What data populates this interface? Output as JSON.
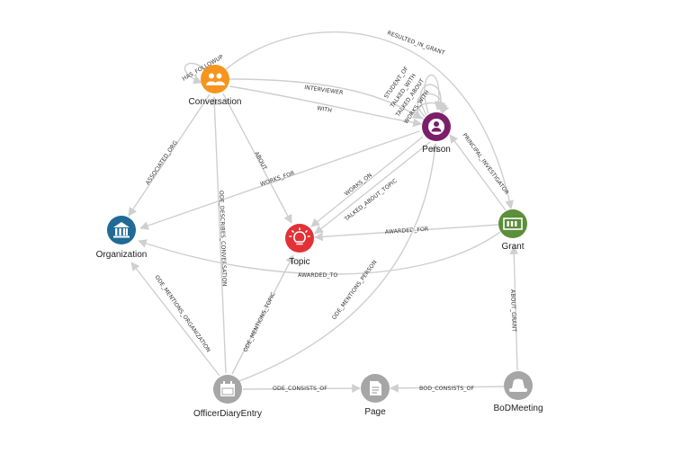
{
  "graph": {
    "nodes": {
      "conversation": {
        "label": "Conversation",
        "color": "#f7941d",
        "icon": "people-icon"
      },
      "person": {
        "label": "Person",
        "color": "#7b1f6b",
        "icon": "user-icon"
      },
      "organization": {
        "label": "Organization",
        "color": "#1f6a96",
        "icon": "bank-icon"
      },
      "topic": {
        "label": "Topic",
        "color": "#e23237",
        "icon": "lightbulb-icon"
      },
      "grant": {
        "label": "Grant",
        "color": "#5b8f3a",
        "icon": "money-icon"
      },
      "officer": {
        "label": "OfficerDiaryEntry",
        "color": "#a6a6a6",
        "icon": "calendar-icon"
      },
      "page": {
        "label": "Page",
        "color": "#a6a6a6",
        "icon": "document-icon"
      },
      "bod": {
        "label": "BoDMeeting",
        "color": "#a6a6a6",
        "icon": "hat-icon"
      }
    },
    "edges": {
      "has_followup": "HAS_FOLLOWUP",
      "resulted_in_grant": "RESULTED_IN_GRANT",
      "interviewer": "INTERVIEWER",
      "with": "WITH",
      "student_of": "STUDENT_OF",
      "talked_with": "TALKED_WITH",
      "talked_about": "TALKED_ABOUT",
      "works_with": "WORKS_WITH",
      "associated_org": "ASSOCIATED_ORG",
      "about": "ABOUT",
      "works_for": "WORKS_FOR",
      "works_on": "WORKS_ON",
      "talked_about_topic": "TALKED_ABOUT_TOPIC",
      "principal_investigator": "PRINCIPAL_INVESTIGATOR",
      "ode_describes_conversation": "ODE_DESCRIBES_CONVERSATION",
      "awarded_for": "AWARDED_FOR",
      "awarded_to": "AWARDED_TO",
      "ode_mentions_person": "ODE_MENTIONS_PERSON",
      "ode_mentions_organization": "ODE_MENTIONS_ORGANIZATION",
      "ode_mentions_topic": "ODE_MENTIONS_TOPIC",
      "about_grant": "ABOUT_GRANT",
      "ode_consists_of": "ODE_CONSISTS_OF",
      "bod_consists_of": "BOD_CONSISTS_OF"
    }
  }
}
